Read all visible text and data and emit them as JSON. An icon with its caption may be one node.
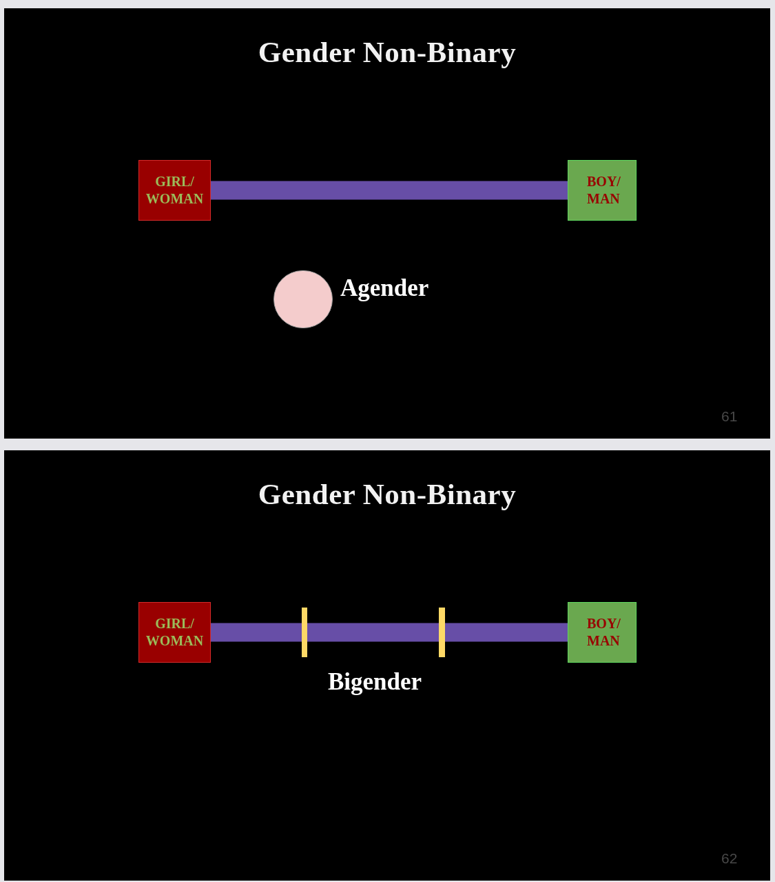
{
  "diagram": {
    "nodes": [
      {
        "text": [
          "Gender Non-Binary"
        ]
      },
      {
        "text": [
          "GIRL/ WOMAN"
        ],
        "in": 0
      },
      {
        "text": [
          "BOY/ MAN"
        ],
        "in": 0
      },
      {
        "text": [],
        "shape": "circle",
        "in": 0,
        "beside": [
          "Agender"
        ]
      },
      {
        "text": [
          "Gender Non-Binary"
        ]
      },
      {
        "text": [
          "GIRL/ WOMAN"
        ],
        "in": 4
      },
      {
        "text": [],
        "shape": "bar",
        "in": 4
      },
      {
        "text": [],
        "shape": "bar",
        "in": 4
      },
      {
        "text": [
          "BOY/ MAN"
        ],
        "in": 4
      }
    ],
    "edges": [
      {
        "from": 1,
        "to": 2,
        "arrow": "none"
      },
      {
        "from": 5,
        "to": 6,
        "arrow": "none"
      },
      {
        "from": 6,
        "to": 7,
        "arrow": "none"
      },
      {
        "from": 7,
        "to": 8,
        "arrow": "none"
      }
    ],
    "labels": [
      "61",
      "Bigender",
      "62"
    ]
  }
}
